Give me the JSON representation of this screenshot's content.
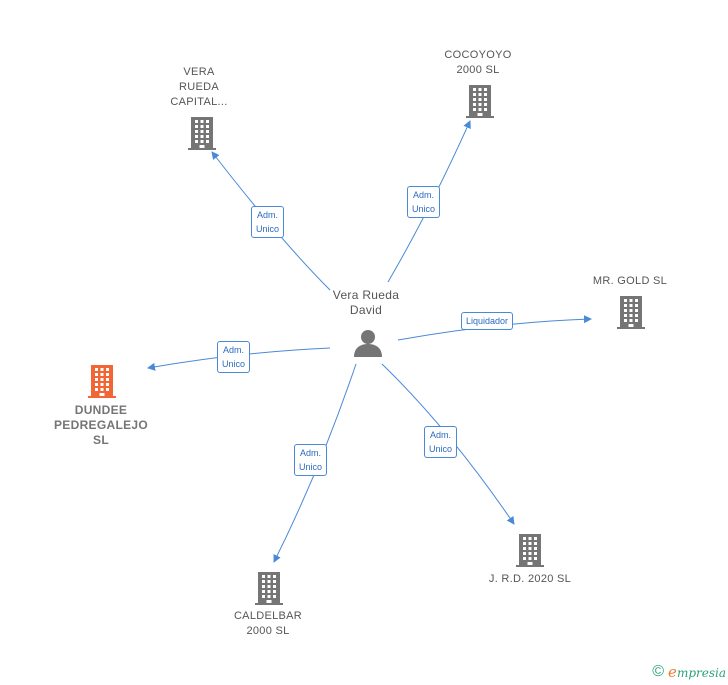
{
  "colors": {
    "edge": "#4a89d8",
    "company": "#757575",
    "focus_company": "#f26535",
    "person": "#757575"
  },
  "center": {
    "name": "Vera Rueda\nDavid",
    "icon": "person-icon"
  },
  "nodes": [
    {
      "id": "vera-rueda-capital",
      "label": "VERA\nRUEDA\nCAPITAL...",
      "icon": "building-icon",
      "focus": false
    },
    {
      "id": "cocoyoyo-2000-sl",
      "label": "COCOYOYO\n2000  SL",
      "icon": "building-icon",
      "focus": false
    },
    {
      "id": "mr-gold-sl",
      "label": "MR.  GOLD SL",
      "icon": "building-icon",
      "focus": false
    },
    {
      "id": "dundee-pedregalejo-sl",
      "label": "DUNDEE\nPEDREGALEJO\nSL",
      "icon": "building-icon",
      "focus": true
    },
    {
      "id": "caldelbar-2000-sl",
      "label": "CALDELBAR\n2000  SL",
      "icon": "building-icon",
      "focus": false
    },
    {
      "id": "jrd-2020-sl",
      "label": "J. R.D. 2020  SL",
      "icon": "building-icon",
      "focus": false
    }
  ],
  "edges": [
    {
      "to": "vera-rueda-capital",
      "label": "Adm.\nUnico"
    },
    {
      "to": "cocoyoyo-2000-sl",
      "label": "Adm.\nUnico"
    },
    {
      "to": "mr-gold-sl",
      "label": "Liquidador"
    },
    {
      "to": "dundee-pedregalejo-sl",
      "label": "Adm.\nUnico"
    },
    {
      "to": "caldelbar-2000-sl",
      "label": "Adm.\nUnico"
    },
    {
      "to": "jrd-2020-sl",
      "label": "Adm.\nUnico"
    }
  ],
  "footer": {
    "copyright_icon": "copyright-icon",
    "brand_initial": "e",
    "brand_rest": "mpresia"
  }
}
